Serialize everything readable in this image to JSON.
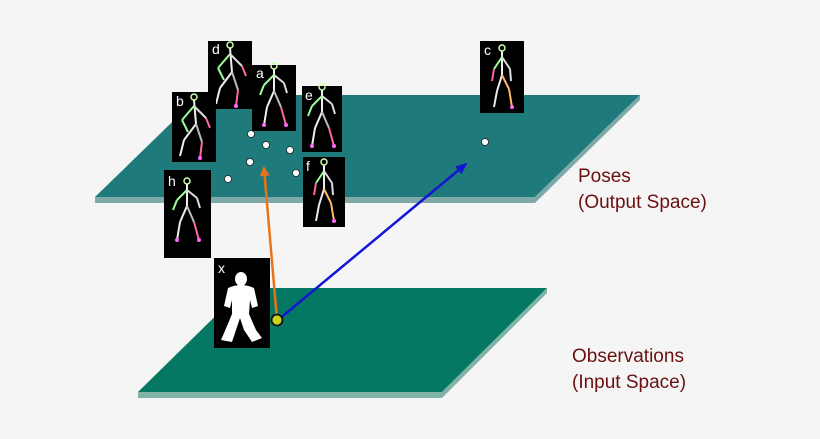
{
  "colors": {
    "background": "#f5f5f5",
    "output_plane": "#1f7b7b",
    "output_plane_edge": "#7fa8a8",
    "input_plane": "#047862",
    "input_plane_edge": "#7fb3a6",
    "label_text": "#6a1010",
    "orange_arrow": "#e8731a",
    "blue_arrow": "#1515d6",
    "observation_point": "#c8d41e"
  },
  "labels": {
    "poses_line1": "Poses",
    "poses_line2": "(Output Space)",
    "observations_line1": "Observations",
    "observations_line2": "(Input Space)"
  },
  "pose_thumbnails": [
    "d",
    "a",
    "b",
    "e",
    "f",
    "h",
    "c"
  ],
  "observation_thumbnail": "x"
}
